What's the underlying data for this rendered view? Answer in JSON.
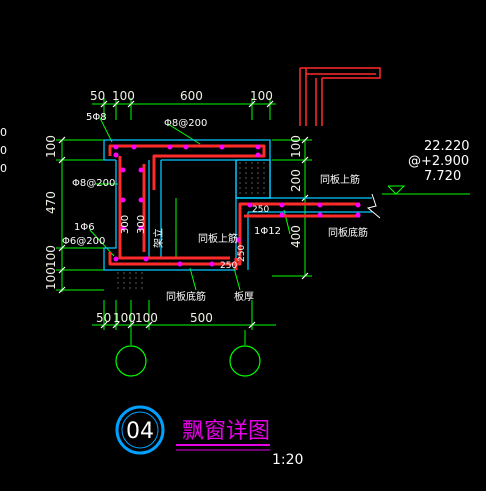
{
  "title": {
    "number": "04",
    "name": "飘窗详图",
    "scale": "1:20"
  },
  "dimensions": {
    "top": [
      "50",
      "100",
      "600",
      "100"
    ],
    "bottom": [
      "50",
      "100",
      "100",
      "500"
    ],
    "left": [
      "100",
      "470",
      "100",
      "100"
    ],
    "right": [
      "100",
      "200",
      "400"
    ]
  },
  "rebar_labels": {
    "top_bar": "Φ8@200",
    "left_bar": "Φ8@200",
    "lower_left_bar": "Φ6@200",
    "spacing_1": "5Φ8",
    "spacing_2": "1Φ6",
    "hanging_bar": "1Φ12",
    "slab_top": "同板上筋",
    "slab_top_2": "同板上筋",
    "slab_bottom": "同板底筋",
    "slab_bottom_2": "同板底筋",
    "slab_thickness": "板厚",
    "side_label": "架立",
    "dim_250_a": "250",
    "dim_250_b": "250",
    "dim_300_a": "300",
    "dim_300_b": "300",
    "dim_250_c": "250"
  },
  "elevations": {
    "line1": "22.220",
    "line2": "@+2.900",
    "line3": "7.720"
  },
  "left_edge_fragments": [
    "0",
    "0",
    "0"
  ],
  "colors": {
    "background": "#000000",
    "dim_lines": "#00ff00",
    "concrete_outline": "#00c8ff",
    "rebar": "#ff2a2a",
    "rebar_dots": "#ff00ff",
    "text": "#ffffff",
    "title_circle": "#00a0ff",
    "title_text": "#e600e6"
  }
}
